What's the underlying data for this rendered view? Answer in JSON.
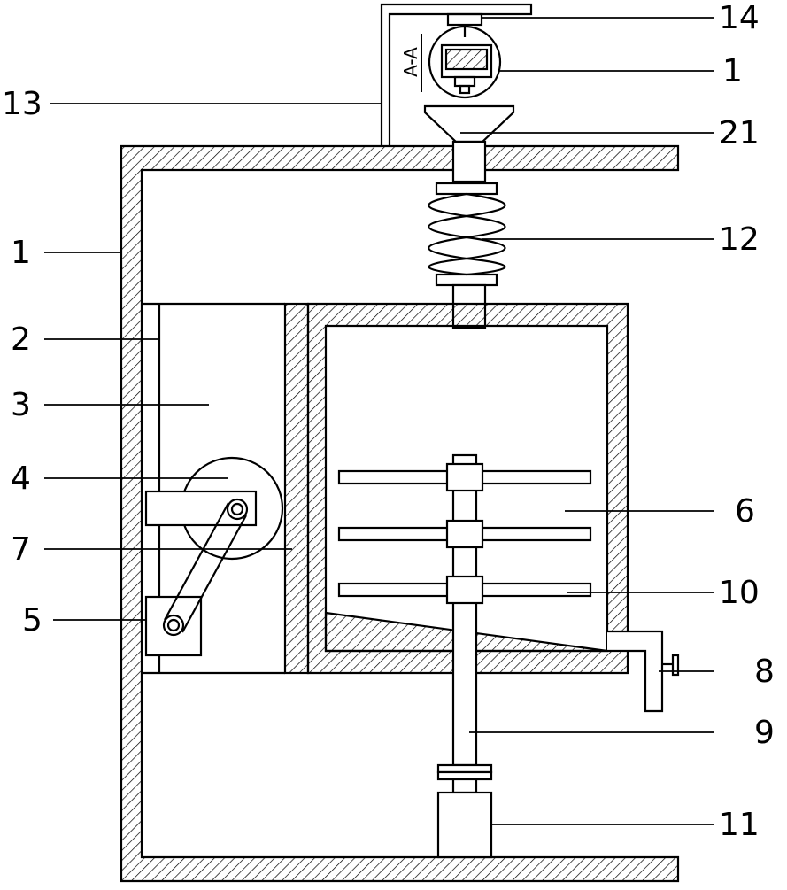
{
  "diagram": {
    "section_label": "A-A",
    "labels": {
      "l14": "14",
      "l1a": "1",
      "l13": "13",
      "l21": "21",
      "l1": "1",
      "l12": "12",
      "l2": "2",
      "l3": "3",
      "l4": "4",
      "l6": "6",
      "l7": "7",
      "l10": "10",
      "l5": "5",
      "l8": "8",
      "l9": "9",
      "l11": "11"
    },
    "colors": {
      "stroke": "#000000",
      "hatch": "#000000",
      "background": "#ffffff"
    }
  }
}
